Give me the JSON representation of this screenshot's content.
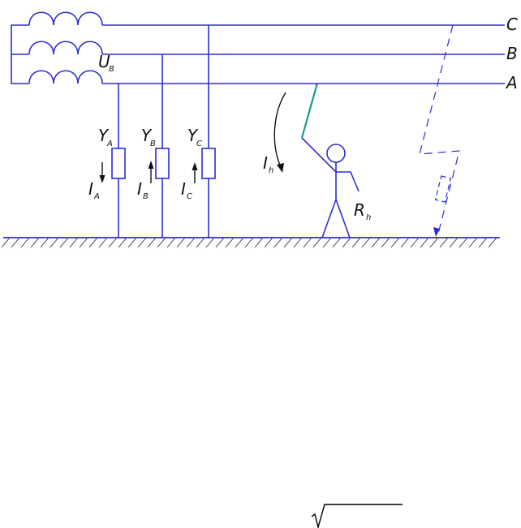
{
  "phases": {
    "c": "C",
    "b": "B",
    "a": "A"
  },
  "source": {
    "voltage_main": "U",
    "voltage_sub": "B"
  },
  "admittances": [
    {
      "main": "Y",
      "sub": "A",
      "current_main": "I",
      "current_sub": "A"
    },
    {
      "main": "Y",
      "sub": "B",
      "current_main": "I",
      "current_sub": "B"
    },
    {
      "main": "Y",
      "sub": "C",
      "current_main": "I",
      "current_sub": "C"
    }
  ],
  "human": {
    "current_main": "I",
    "current_sub": "h",
    "resistance_main": "R",
    "resistance_sub": "h"
  },
  "colors": {
    "wire": "#2d2dd2",
    "contact": "#1a9a8a",
    "text": "#111111"
  }
}
